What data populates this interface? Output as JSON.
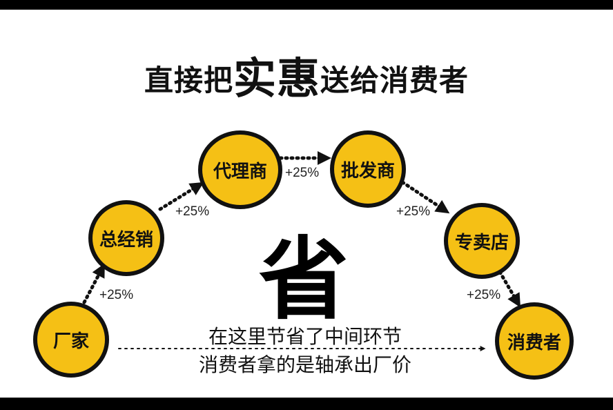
{
  "title": {
    "part1": "直接把",
    "highlight1": "实",
    "highlight2": "惠",
    "part2": "送给消费者"
  },
  "nodes": {
    "factory": "厂家",
    "distributor": "总经销",
    "agent": "代理商",
    "wholesaler": "批发商",
    "store": "专卖店",
    "consumer": "消费者"
  },
  "markups": [
    "+25%",
    "+25%",
    "+25%",
    "+25%",
    "+25%"
  ],
  "center_char": "省",
  "caption": {
    "line1": "在这里节省了中间环节",
    "line2": "消费者拿的是轴承出厂价"
  },
  "colors": {
    "node_fill": "#F5C015",
    "node_border": "#111111",
    "frame": "#000000",
    "background": "#ffffff"
  }
}
